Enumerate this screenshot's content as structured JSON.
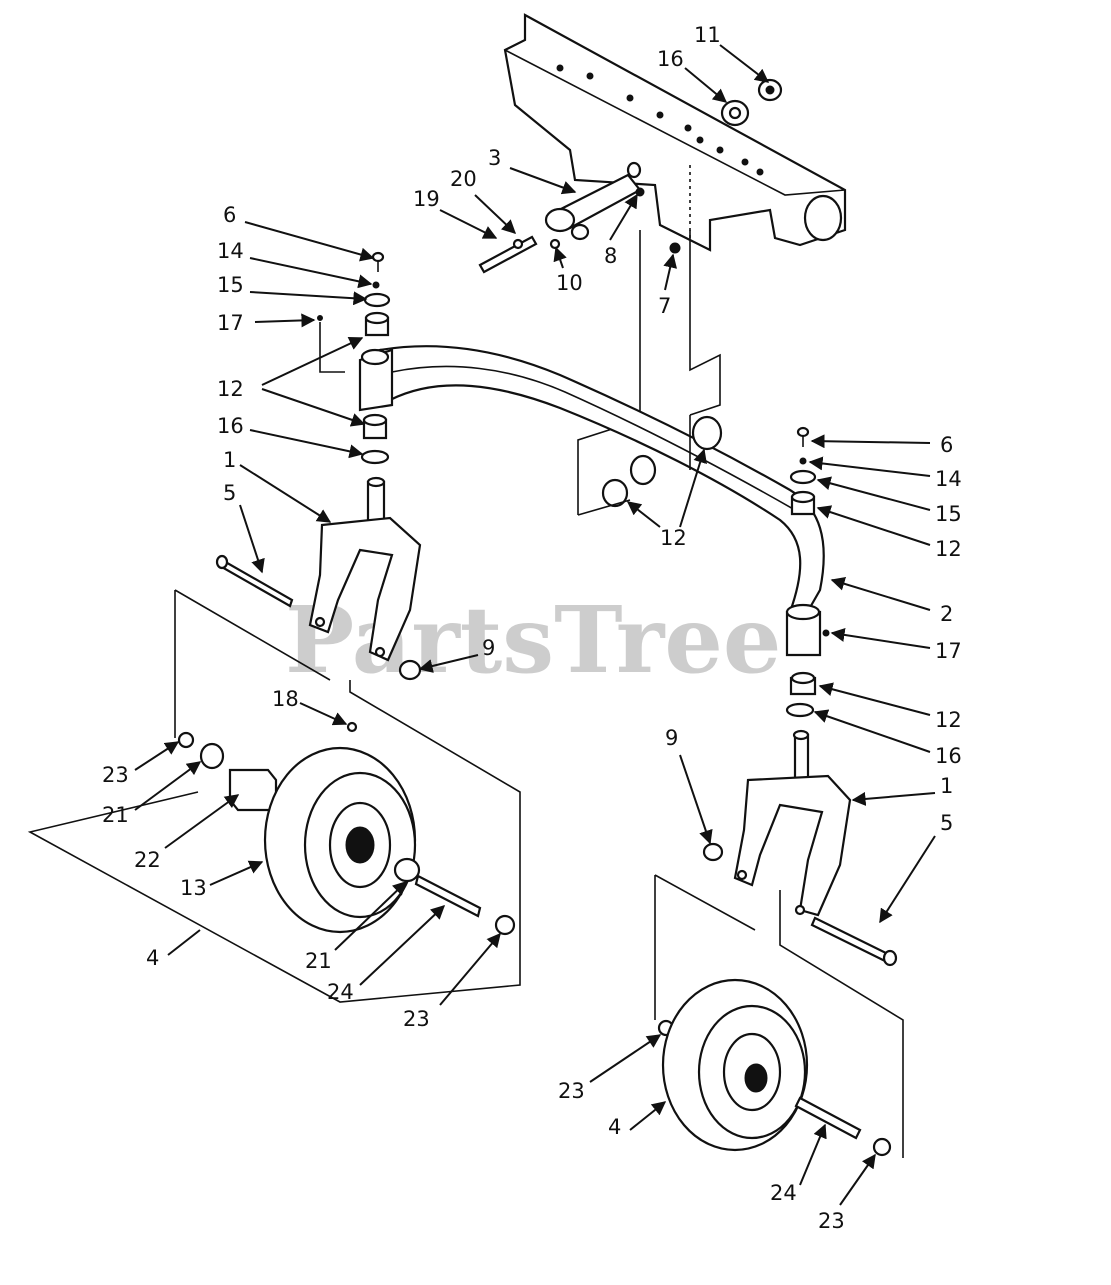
{
  "watermark": "PartsTree",
  "colors": {
    "ink": "#111111",
    "watermark": "#bdbdbd",
    "background": "#ffffff"
  },
  "callouts": {
    "c11": "11",
    "c16a": "16",
    "c3": "3",
    "c20": "20",
    "c19": "19",
    "c8": "8",
    "c10": "10",
    "c7": "7",
    "c6a": "6",
    "c14a": "14",
    "c15a": "15",
    "c17a": "17",
    "c12a": "12",
    "c16b": "16",
    "c1a": "1",
    "c5a": "5",
    "c12b": "12",
    "c6b": "6",
    "c14b": "14",
    "c15b": "15",
    "c12c": "12",
    "c2": "2",
    "c17b": "17",
    "c12d": "12",
    "c16c": "16",
    "c9a": "9",
    "c18": "18",
    "c23a": "23",
    "c21a": "21",
    "c22": "22",
    "c13": "13",
    "c4a": "4",
    "c21b": "21",
    "c24a": "24",
    "c23b": "23",
    "c9b": "9",
    "c1b": "1",
    "c5b": "5",
    "c23c": "23",
    "c4b": "4",
    "c24b": "24",
    "c23d": "23"
  }
}
